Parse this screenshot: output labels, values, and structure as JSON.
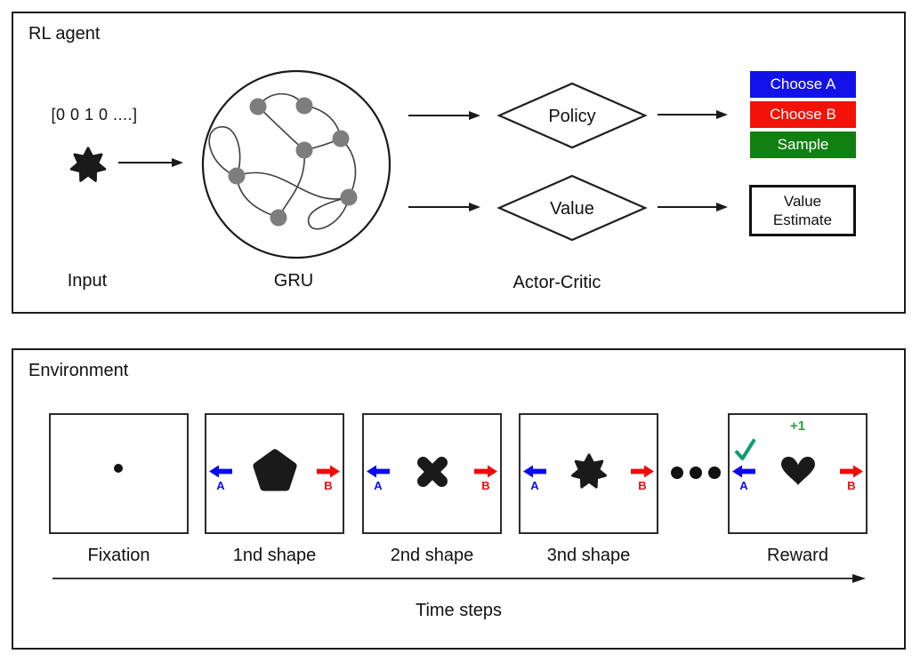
{
  "agent_panel": {
    "title": "RL agent",
    "input": {
      "vector": "[0 0 1 0 ....]",
      "label": "Input",
      "shape": "seven-point-star"
    },
    "gru": {
      "label": "GRU",
      "node_count": 7,
      "node_color": "#7d7d7d"
    },
    "actor_critic": {
      "label": "Actor-Critic",
      "policy": "Policy",
      "value": "Value"
    },
    "outputs": {
      "choose_a": {
        "label": "Choose A",
        "color": "#1212e8"
      },
      "choose_b": {
        "label": "Choose B",
        "color": "#f31207"
      },
      "sample": {
        "label": "Sample",
        "color": "#117f11"
      },
      "value_estimate": {
        "line1": "Value",
        "line2": "Estimate"
      }
    }
  },
  "environment_panel": {
    "title": "Environment",
    "screens": [
      {
        "label": "Fixation",
        "content": "fixation-dot"
      },
      {
        "label": "1nd shape",
        "content": "pentagon",
        "key_left": "A",
        "key_right": "B"
      },
      {
        "label": "2nd shape",
        "content": "cross",
        "key_left": "A",
        "key_right": "B"
      },
      {
        "label": "3nd shape",
        "content": "seven-point-star",
        "key_left": "A",
        "key_right": "B"
      },
      {
        "label": "Reward",
        "content": "heart",
        "key_left": "A",
        "key_right": "B",
        "reward_text": "+1",
        "has_checkmark": true
      }
    ],
    "ellipsis_icon": "three-dots",
    "timeline_label": "Time steps",
    "colors": {
      "key_a": "#0a0af0",
      "key_b": "#f20a0a",
      "checkmark": "#0c9e72",
      "reward_plus": "#2e9e3c"
    }
  }
}
